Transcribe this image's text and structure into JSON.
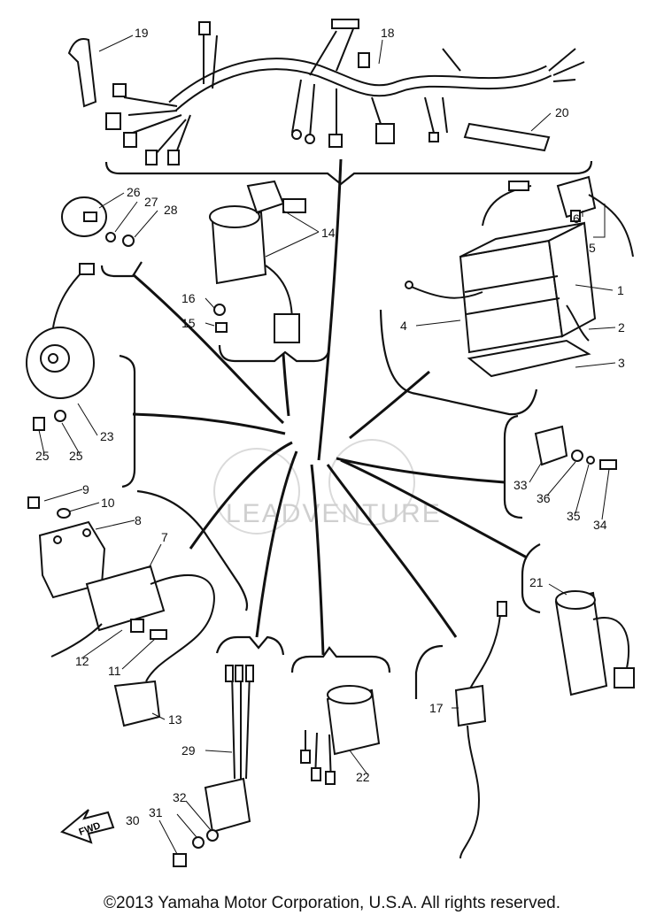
{
  "callouts": {
    "c1": "1",
    "c2": "2",
    "c3": "3",
    "c4": "4",
    "c5": "5",
    "c6": "6",
    "c7": "7",
    "c8": "8",
    "c9": "9",
    "c10": "10",
    "c11": "11",
    "c12": "12",
    "c13": "13",
    "c14": "14",
    "c15": "15",
    "c16": "16",
    "c17": "17",
    "c18": "18",
    "c19": "19",
    "c20": "20",
    "c21": "21",
    "c22": "22",
    "c23": "23",
    "c25a": "25",
    "c25b": "25",
    "c26": "26",
    "c27": "27",
    "c28": "28",
    "c29": "29",
    "c30": "30",
    "c31": "31",
    "c32": "32",
    "c33": "33",
    "c34": "34",
    "c35": "35",
    "c36": "36"
  },
  "fwd_arrow_text": "FWD",
  "watermark": "LEADVENTURE",
  "copyright": "©2013 Yamaha Motor Corporation, U.S.A. All rights reserved."
}
